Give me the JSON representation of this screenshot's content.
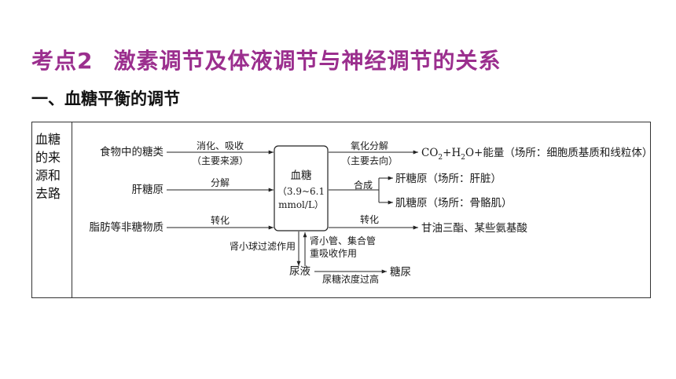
{
  "title": {
    "number": "考点2",
    "text": "激素调节及体液调节与神经调节的关系"
  },
  "subtitle": "一、血糖平衡的调节",
  "side_label": [
    "血糖",
    "的来",
    "源和",
    "去路"
  ],
  "center": {
    "line1": "血糖",
    "line2": "（3.9~6.1",
    "line3": "mmol/L）"
  },
  "sources": [
    {
      "name": "食物中的糖类",
      "process": "消化、吸收",
      "note": "（主要来源）"
    },
    {
      "name": "肝糖原",
      "process": "分解"
    },
    {
      "name": "脂肪等非糖物质",
      "process": "转化"
    }
  ],
  "outputs": {
    "oxidation": {
      "process": "氧化分解",
      "note": "（主要去向）",
      "result_co2": "CO",
      "sub2a": "2",
      "result_plus1": "+H",
      "sub2b": "2",
      "result_rest": "O+能量（场所：细胞质基质和线粒体）"
    },
    "synthesis": {
      "process": "合成",
      "liver": "肝糖原（场所：肝脏）",
      "muscle": "肌糖原（场所：骨骼肌）"
    },
    "conversion": {
      "process": "转化",
      "result": "甘油三酯、某些氨基酸"
    }
  },
  "kidney": {
    "filter": "肾小球过滤作用",
    "reabsorb1": "肾小管、集合管",
    "reabsorb2": "重吸收作用",
    "urine": "尿液",
    "condition": "尿糖浓度过高",
    "diabetes": "糖尿"
  }
}
